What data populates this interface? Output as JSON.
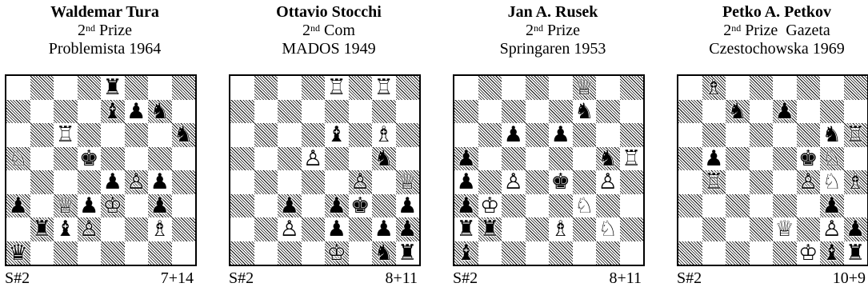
{
  "problems": [
    {
      "author": "Waldemar Tura",
      "prize_num": "2",
      "prize_sup": "nd",
      "prize_rest": " Prize",
      "source": "Problemista 1964",
      "stipulation": "S#2",
      "count": "7+14",
      "pieces": [
        {
          "sq": "e8",
          "p": "bR"
        },
        {
          "sq": "e7",
          "p": "bB"
        },
        {
          "sq": "f7",
          "p": "bP"
        },
        {
          "sq": "g7",
          "p": "bN"
        },
        {
          "sq": "c6",
          "p": "wR"
        },
        {
          "sq": "h6",
          "p": "bN"
        },
        {
          "sq": "a5",
          "p": "wN"
        },
        {
          "sq": "d5",
          "p": "bK"
        },
        {
          "sq": "e4",
          "p": "bP"
        },
        {
          "sq": "f4",
          "p": "wP"
        },
        {
          "sq": "g4",
          "p": "bP"
        },
        {
          "sq": "a3",
          "p": "bP"
        },
        {
          "sq": "c3",
          "p": "wQ"
        },
        {
          "sq": "d3",
          "p": "bP"
        },
        {
          "sq": "e3",
          "p": "wK"
        },
        {
          "sq": "g3",
          "p": "bP"
        },
        {
          "sq": "b2",
          "p": "bR"
        },
        {
          "sq": "c2",
          "p": "bB"
        },
        {
          "sq": "d2",
          "p": "wP"
        },
        {
          "sq": "g2",
          "p": "wB"
        },
        {
          "sq": "a1",
          "p": "bQ"
        }
      ]
    },
    {
      "author": "Ottavio Stocchi",
      "prize_num": "2",
      "prize_sup": "nd",
      "prize_rest": " Com",
      "source": "MADOS 1949",
      "stipulation": "S#2",
      "count": "8+11",
      "pieces": [
        {
          "sq": "e8",
          "p": "wR"
        },
        {
          "sq": "g8",
          "p": "wR"
        },
        {
          "sq": "e6",
          "p": "bB"
        },
        {
          "sq": "g6",
          "p": "wB"
        },
        {
          "sq": "d5",
          "p": "wP"
        },
        {
          "sq": "g5",
          "p": "bN"
        },
        {
          "sq": "f4",
          "p": "wP"
        },
        {
          "sq": "h4",
          "p": "wQ"
        },
        {
          "sq": "c3",
          "p": "bP"
        },
        {
          "sq": "e3",
          "p": "bP"
        },
        {
          "sq": "f3",
          "p": "bK"
        },
        {
          "sq": "h3",
          "p": "bP"
        },
        {
          "sq": "c2",
          "p": "wP"
        },
        {
          "sq": "e2",
          "p": "bP"
        },
        {
          "sq": "g2",
          "p": "bP"
        },
        {
          "sq": "h2",
          "p": "bP"
        },
        {
          "sq": "e1",
          "p": "wK"
        },
        {
          "sq": "g1",
          "p": "bN"
        },
        {
          "sq": "h1",
          "p": "bR"
        }
      ]
    },
    {
      "author": "Jan A. Rusek",
      "prize_num": "2",
      "prize_sup": "nd",
      "prize_rest": " Prize",
      "source": "Springaren 1953",
      "stipulation": "S#2",
      "count": "8+11",
      "pieces": [
        {
          "sq": "f8",
          "p": "wQ"
        },
        {
          "sq": "f7",
          "p": "bN"
        },
        {
          "sq": "c6",
          "p": "bP"
        },
        {
          "sq": "e6",
          "p": "bP"
        },
        {
          "sq": "a5",
          "p": "bP"
        },
        {
          "sq": "g5",
          "p": "bN"
        },
        {
          "sq": "h5",
          "p": "wR"
        },
        {
          "sq": "a4",
          "p": "bP"
        },
        {
          "sq": "c4",
          "p": "wP"
        },
        {
          "sq": "e4",
          "p": "bK"
        },
        {
          "sq": "g4",
          "p": "wP"
        },
        {
          "sq": "a3",
          "p": "bP"
        },
        {
          "sq": "b3",
          "p": "wK"
        },
        {
          "sq": "f3",
          "p": "wN"
        },
        {
          "sq": "a2",
          "p": "bR"
        },
        {
          "sq": "b2",
          "p": "bR"
        },
        {
          "sq": "e2",
          "p": "wB"
        },
        {
          "sq": "g2",
          "p": "wN"
        },
        {
          "sq": "a1",
          "p": "bB"
        }
      ]
    },
    {
      "author": "Petko A. Petkov",
      "prize_num": "2",
      "prize_sup": "nd",
      "prize_rest": " Prize  Gazeta",
      "source": "Czestochowska 1969",
      "stipulation": "S#2",
      "count": "10+9",
      "pieces": [
        {
          "sq": "b8",
          "p": "wB"
        },
        {
          "sq": "c7",
          "p": "bN"
        },
        {
          "sq": "e7",
          "p": "bP"
        },
        {
          "sq": "g6",
          "p": "bN"
        },
        {
          "sq": "h6",
          "p": "wR"
        },
        {
          "sq": "b5",
          "p": "bP"
        },
        {
          "sq": "f5",
          "p": "bK"
        },
        {
          "sq": "g5",
          "p": "wN"
        },
        {
          "sq": "b4",
          "p": "wR"
        },
        {
          "sq": "f4",
          "p": "wP"
        },
        {
          "sq": "g4",
          "p": "wN"
        },
        {
          "sq": "h4",
          "p": "wB"
        },
        {
          "sq": "g3",
          "p": "bP"
        },
        {
          "sq": "e2",
          "p": "wQ"
        },
        {
          "sq": "g2",
          "p": "wP"
        },
        {
          "sq": "h2",
          "p": "bP"
        },
        {
          "sq": "f1",
          "p": "wK"
        },
        {
          "sq": "g1",
          "p": "bB"
        },
        {
          "sq": "h1",
          "p": "bR"
        }
      ]
    }
  ]
}
